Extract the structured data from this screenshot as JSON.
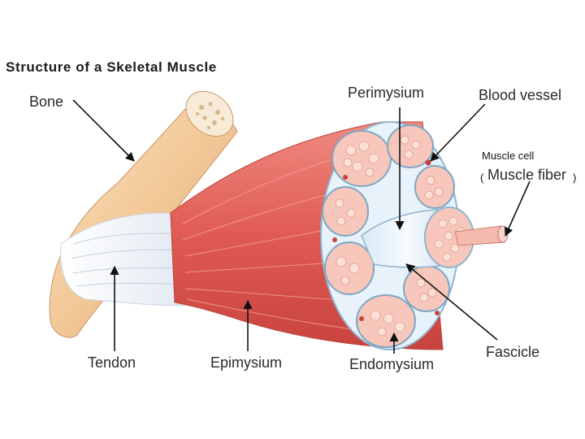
{
  "title": "Structure of a Skeletal Muscle",
  "labels": {
    "bone": "Bone",
    "perimysium": "Perimysium",
    "blood_vessel": "Blood vessel",
    "muscle_cell": "Muscle cell",
    "muscle_fiber_open": "(",
    "muscle_fiber": "Muscle fiber",
    "muscle_fiber_close": ")",
    "tendon": "Tendon",
    "epimysium": "Epimysium",
    "endomysium": "Endomysium",
    "fascicle": "Fascicle"
  },
  "colors": {
    "bone": "#f2c896",
    "muscle": "#e2625a",
    "tendon": "#eef2f8",
    "fascicle_fill": "#f7c7bb",
    "sheath": "#e7f2fa"
  }
}
